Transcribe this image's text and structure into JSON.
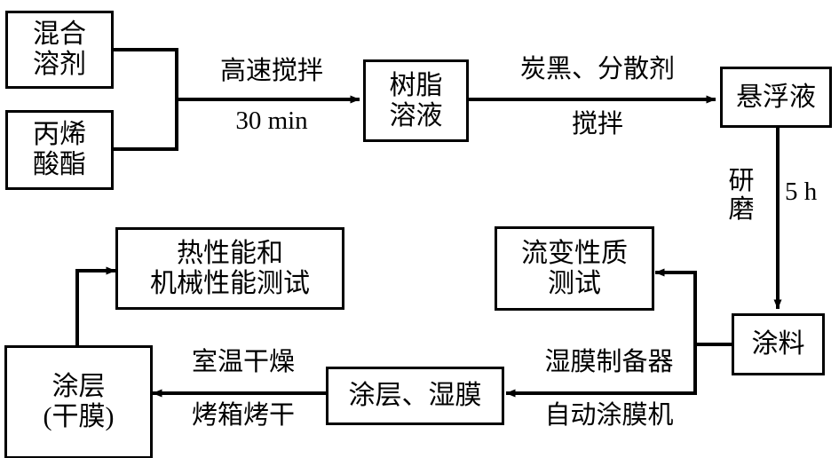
{
  "figure": {
    "kind": "process-flow-diagram",
    "title": "",
    "line_color": "#000000",
    "fill_color": "#ffffff",
    "background": "#ffffff"
  },
  "nodes": {
    "mixed_solvent": "混合\n溶剂",
    "acrylate": "丙烯\n酸酯",
    "resin_solution": "树脂\n溶液",
    "suspension": "悬浮液",
    "coating_material": "涂料",
    "rheology_test": "流变性质\n测试",
    "coating_wet_film": "涂层、湿膜",
    "coating_dry_film": "涂层\n(干膜)",
    "thermal_mechanical_test": "热性能和\n机械性能测试"
  },
  "edge_labels": {
    "high_speed_stirring": "高速搅拌",
    "thirty_min": "30 min",
    "carbon_black_dispersant": "炭黑、分散剂",
    "stirring": "搅拌",
    "grinding": "研\n磨",
    "five_hours": "5 h",
    "wet_film_applicator": "湿膜制备器",
    "auto_film_coater": "自动涂膜机",
    "room_temp_drying": "室温干燥",
    "oven_baking": "烤箱烤干"
  },
  "chart_data": {
    "type": "table",
    "title": "",
    "steps": [
      {
        "from": [
          "混合溶剂",
          "丙烯酸酯"
        ],
        "to": "树脂溶液",
        "label": "高速搅拌 30 min"
      },
      {
        "from": [
          "树脂溶液"
        ],
        "to": "悬浮液",
        "label": "炭黑、分散剂 搅拌"
      },
      {
        "from": [
          "悬浮液"
        ],
        "to": "涂料",
        "label": "研磨 5 h"
      },
      {
        "from": [
          "涂料"
        ],
        "to": "流变性质测试",
        "label": ""
      },
      {
        "from": [
          "涂料"
        ],
        "to": "涂层、湿膜",
        "label": "湿膜制备器 自动涂膜机"
      },
      {
        "from": [
          "涂层、湿膜"
        ],
        "to": "涂层(干膜)",
        "label": "室温干燥 烤箱烤干"
      },
      {
        "from": [
          "涂层(干膜)"
        ],
        "to": "热性能和机械性能测试",
        "label": ""
      }
    ]
  }
}
